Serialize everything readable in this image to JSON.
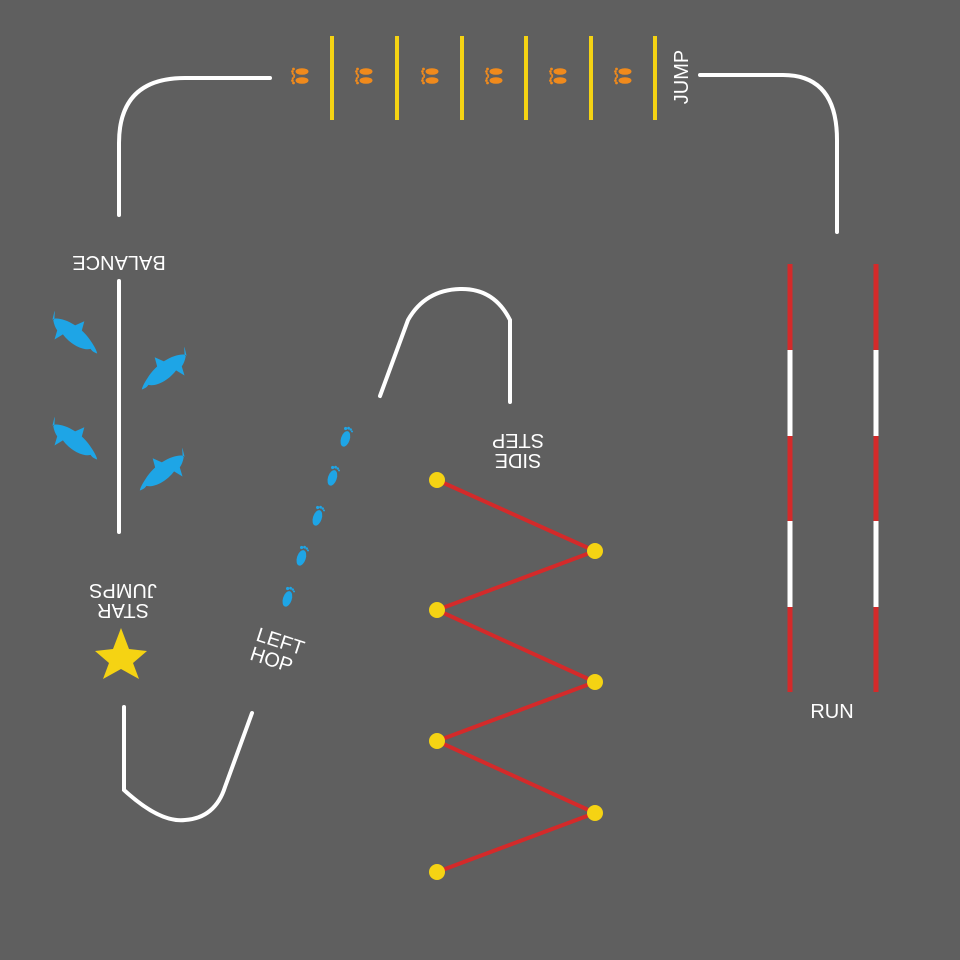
{
  "background_color": "#5f5f5f",
  "line_color": "#ffffff",
  "labels": {
    "jump": "JUMP",
    "balance": "BALANCE",
    "star": "STAR",
    "jumps": "JUMPS",
    "left": "LEFT",
    "hop": "HOP",
    "side": "SIDE",
    "step": "STEP",
    "run": "RUN"
  },
  "jump_zone": {
    "bar_color": "#f5d313",
    "footprint_color": "#f08a1c",
    "footprint_icon": "footprints-pair-icon",
    "footprint_count": 6,
    "bar_count": 6
  },
  "balance_zone": {
    "figure_color": "#1ea5e6",
    "figure_icon": "dolphin-icon",
    "figure_count": 4
  },
  "star_jumps": {
    "star_color": "#f5d313",
    "icon": "star-icon"
  },
  "left_hop": {
    "footprint_color": "#1ea5e6",
    "footprint_icon": "single-footprint-icon",
    "footprint_count": 5
  },
  "side_step": {
    "rope_color": "#d42a2a",
    "dot_color": "#f5d313",
    "dot_count": 7
  },
  "run_lanes": {
    "lane_count": 2,
    "colors": [
      "#d42a2a",
      "#ffffff"
    ]
  }
}
